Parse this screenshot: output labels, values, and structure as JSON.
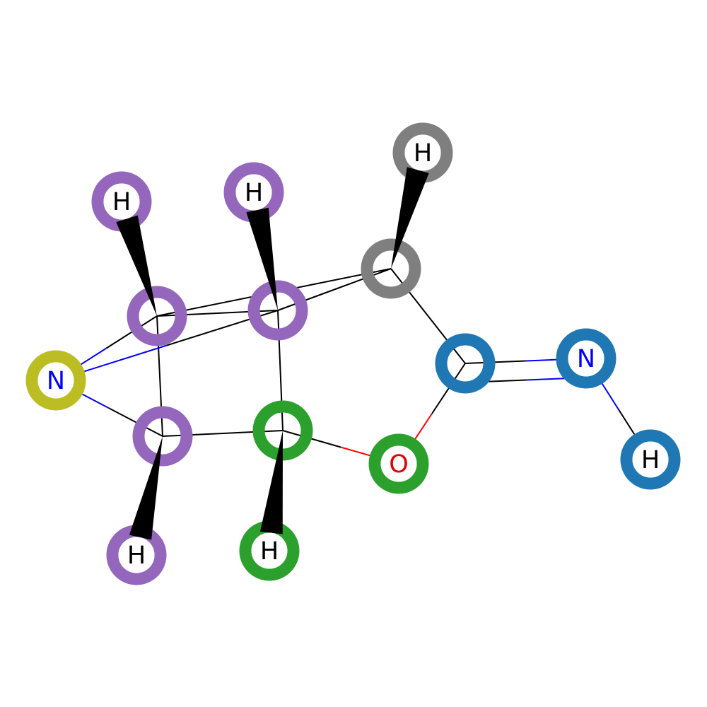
{
  "molecule": {
    "atoms": [
      {
        "id": "h1",
        "element": "H",
        "label": "H",
        "ring": "purple",
        "label_color": "black"
      },
      {
        "id": "h2",
        "element": "H",
        "label": "H",
        "ring": "purple",
        "label_color": "black"
      },
      {
        "id": "h3",
        "element": "H",
        "label": "H",
        "ring": "gray",
        "label_color": "black"
      },
      {
        "id": "c1",
        "element": "C",
        "label": "",
        "ring": "purple",
        "label_color": "black"
      },
      {
        "id": "c2",
        "element": "C",
        "label": "",
        "ring": "purple",
        "label_color": "black"
      },
      {
        "id": "c3",
        "element": "C",
        "label": "",
        "ring": "gray",
        "label_color": "black"
      },
      {
        "id": "n1",
        "element": "N",
        "label": "N",
        "ring": "olive",
        "label_color": "blue"
      },
      {
        "id": "c4",
        "element": "C",
        "label": "",
        "ring": "blue",
        "label_color": "black"
      },
      {
        "id": "n2",
        "element": "N",
        "label": "N",
        "ring": "blue",
        "label_color": "blue"
      },
      {
        "id": "c5",
        "element": "C",
        "label": "",
        "ring": "purple",
        "label_color": "black"
      },
      {
        "id": "c6",
        "element": "C",
        "label": "",
        "ring": "green",
        "label_color": "black"
      },
      {
        "id": "o1",
        "element": "O",
        "label": "O",
        "ring": "green",
        "label_color": "red"
      },
      {
        "id": "h4",
        "element": "H",
        "label": "H",
        "ring": "blue",
        "label_color": "black"
      },
      {
        "id": "h5",
        "element": "H",
        "label": "H",
        "ring": "purple",
        "label_color": "black"
      },
      {
        "id": "h6",
        "element": "H",
        "label": "H",
        "ring": "green",
        "label_color": "black"
      }
    ],
    "bonds": [
      {
        "from": "c1",
        "to": "h1",
        "style": "wedge"
      },
      {
        "from": "c2",
        "to": "h2",
        "style": "wedge"
      },
      {
        "from": "c3",
        "to": "h3",
        "style": "wedge"
      },
      {
        "from": "c5",
        "to": "h5",
        "style": "wedge"
      },
      {
        "from": "c6",
        "to": "h6",
        "style": "wedge"
      },
      {
        "from": "c1",
        "to": "c2",
        "style": "single"
      },
      {
        "from": "c2",
        "to": "c3",
        "style": "single"
      },
      {
        "from": "c1",
        "to": "c3",
        "style": "single"
      },
      {
        "from": "c1",
        "to": "c5",
        "style": "single"
      },
      {
        "from": "c2",
        "to": "c6",
        "style": "single"
      },
      {
        "from": "c5",
        "to": "c6",
        "style": "single"
      },
      {
        "from": "n1",
        "to": "c1",
        "style": "single"
      },
      {
        "from": "n1",
        "to": "c2",
        "style": "single"
      },
      {
        "from": "n1",
        "to": "c5",
        "style": "single"
      },
      {
        "from": "c3",
        "to": "c4",
        "style": "single"
      },
      {
        "from": "c6",
        "to": "o1",
        "style": "single"
      },
      {
        "from": "o1",
        "to": "c4",
        "style": "single"
      },
      {
        "from": "c4",
        "to": "n2",
        "style": "double"
      },
      {
        "from": "n2",
        "to": "h4",
        "style": "single"
      }
    ]
  },
  "colors": {
    "purple": "#9467bd",
    "gray": "#7f7f7f",
    "olive": "#bcbd22",
    "blue": "#1f77b4",
    "green": "#2ca02c",
    "carbon_bond": "#000000",
    "nitrogen": "#0000ff",
    "oxygen": "#ff0000",
    "black": "#000000",
    "label_blue": "#0000ff",
    "label_red": "#e60000"
  }
}
